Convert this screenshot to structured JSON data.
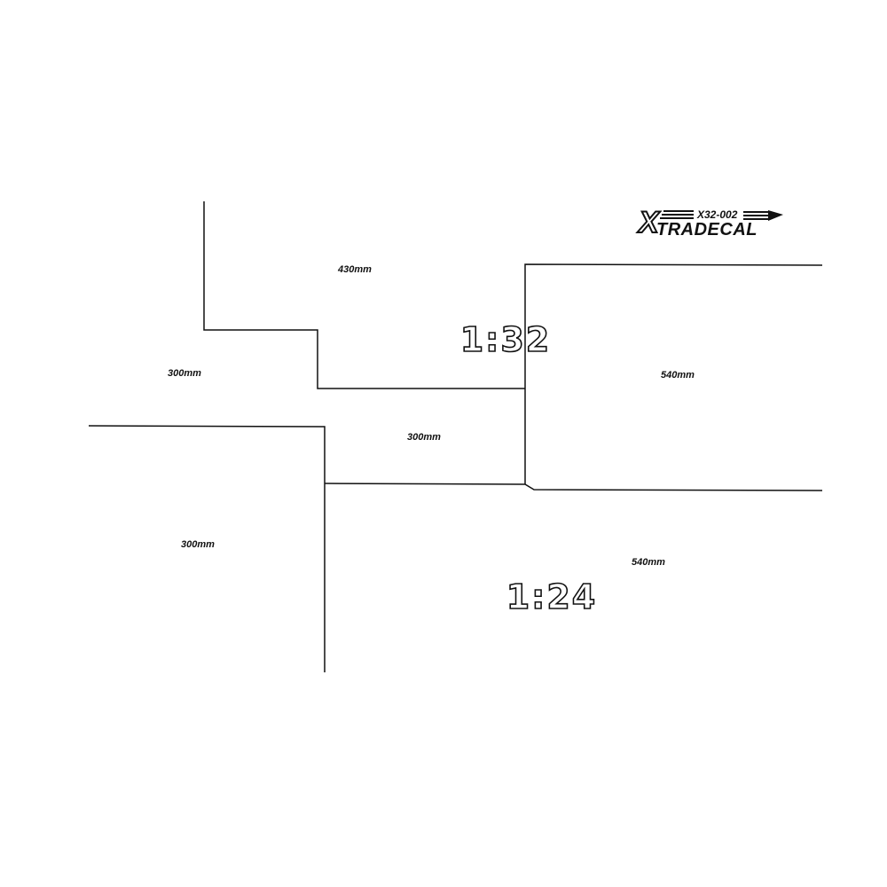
{
  "logo": {
    "brand": "TRADECAL",
    "brand_initial": "X",
    "code": "X32-002"
  },
  "scales": {
    "s32": "1:32",
    "s24": "1:24"
  },
  "dimensions": {
    "top_430": "430mm",
    "left_300": "300mm",
    "middle_300": "300mm",
    "right_540": "540mm",
    "bottom_left_300": "300mm",
    "bottom_right_540": "540mm"
  }
}
